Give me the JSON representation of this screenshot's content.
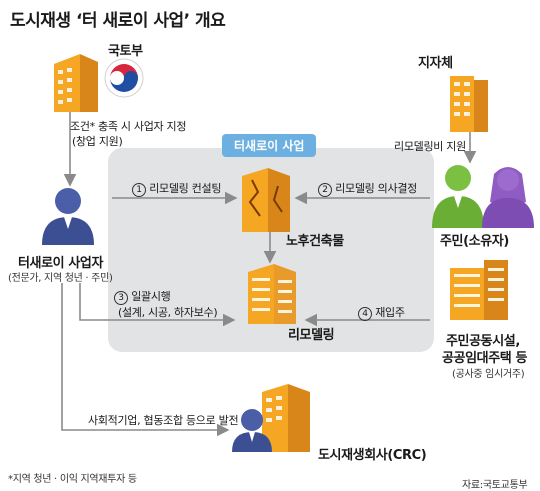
{
  "title": "도시재생 ‘터 새로이 사업’ 개요",
  "panel_label": "터새로이 사업",
  "actors": {
    "molit": "국토부",
    "local_gov": "지자체",
    "entrepreneur": "터새로이 사업자",
    "entrepreneur_sub": "(전문가, 지역 청년 · 주민)",
    "residents": "주민(소유자)",
    "old_building": "노후건축물",
    "remodeling": "리모델링",
    "public_facility_1": "주민공동시설,",
    "public_facility_2": "공공임대주택 등",
    "public_facility_sub": "(공사중 임시거주)",
    "crc": "도시재생회사(CRC)"
  },
  "flows": {
    "condition_1": "조건* 충족 시 사업자 지정",
    "condition_2": "(창업 지원)",
    "remodel_support": "리모델링비 지원",
    "step1_num": "1",
    "step1": "리모델링 컨설팅",
    "step2_num": "2",
    "step2": "리모델링 의사결정",
    "step3_num": "3",
    "step3": "일괄시행",
    "step3_sub": "(설계, 시공, 하자보수)",
    "step4_num": "4",
    "step4": "재입주",
    "develop": "사회적기업, 협동조합 등으로 발전"
  },
  "footnote": "*지역 청년 · 이익 지역재투자 등",
  "source": "자료:국토교통부",
  "colors": {
    "panel": "#e2e3e4",
    "panel_label": "#6bb0e0",
    "building_orange": "#f5a623",
    "person_blue": "#4a5fa8",
    "resident_green": "#7bc043",
    "resident_purple": "#8e5cc2",
    "arrow": "#8a8a8a"
  }
}
